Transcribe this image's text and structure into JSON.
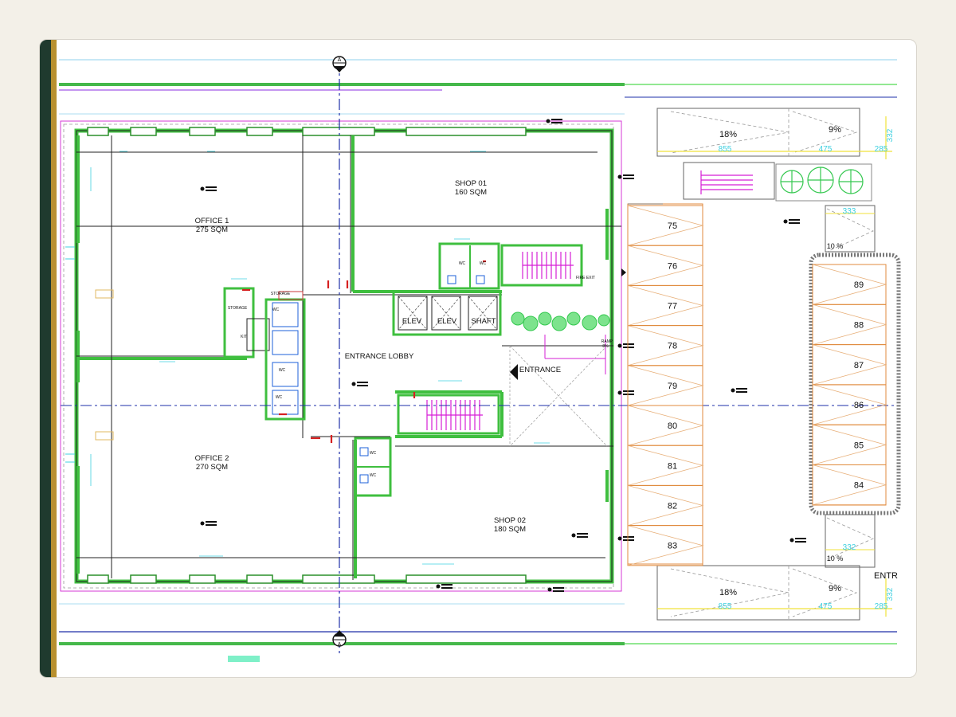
{
  "drawing": {
    "rooms": {
      "office1_name": "OFFICE 1",
      "office1_area": "275 SQM",
      "office2_name": "OFFICE 2",
      "office2_area": "270 SQM",
      "shop1_name": "SHOP 01",
      "shop1_area": "160 SQM",
      "shop2_name": "SHOP 02",
      "shop2_area": "180 SQM",
      "lobby": "ENTRANCE LOBBY",
      "entrance": "ENTRANCE",
      "elev1": "ELEV",
      "elev2": "ELEV",
      "shaft": "SHAFT",
      "storage_top": "STORAGE",
      "storage": "STORAGE",
      "kit": "KIT",
      "wc": "WC",
      "fire_exit": "FIRE EXIT",
      "ramp": "RAMP",
      "ramp_pct": "8%"
    },
    "section_marker": "A",
    "parking_left": [
      "75",
      "76",
      "77",
      "78",
      "79",
      "80",
      "81",
      "82",
      "83"
    ],
    "parking_right": [
      "89",
      "88",
      "87",
      "86",
      "85",
      "84"
    ],
    "ramps": {
      "top_slope_a": "18%",
      "top_slope_b": "9%",
      "top_dim_a": "855",
      "top_dim_b": "475",
      "top_dim_c": "285",
      "top_dim_v": "332",
      "bottom_slope_a": "18%",
      "bottom_slope_b": "9%",
      "bottom_dim_a": "855",
      "bottom_dim_b": "475",
      "bottom_dim_c": "285",
      "bottom_dim_v": "332",
      "small_a_dim": "333",
      "small_a_pct": "10 %",
      "small_b_dim": "332",
      "small_b_pct": "10 %",
      "entry_cut": "ENTR"
    },
    "colors": {
      "wall_green": "#3fbf3f",
      "wall_dark": "#1a1a1a",
      "axis_blue": "#1e2fa8",
      "dim_cyan": "#3fd0e0",
      "stair_magenta": "#d61fd6",
      "parking_orange": "#e08a3c",
      "plant_green": "#34c84f"
    }
  }
}
